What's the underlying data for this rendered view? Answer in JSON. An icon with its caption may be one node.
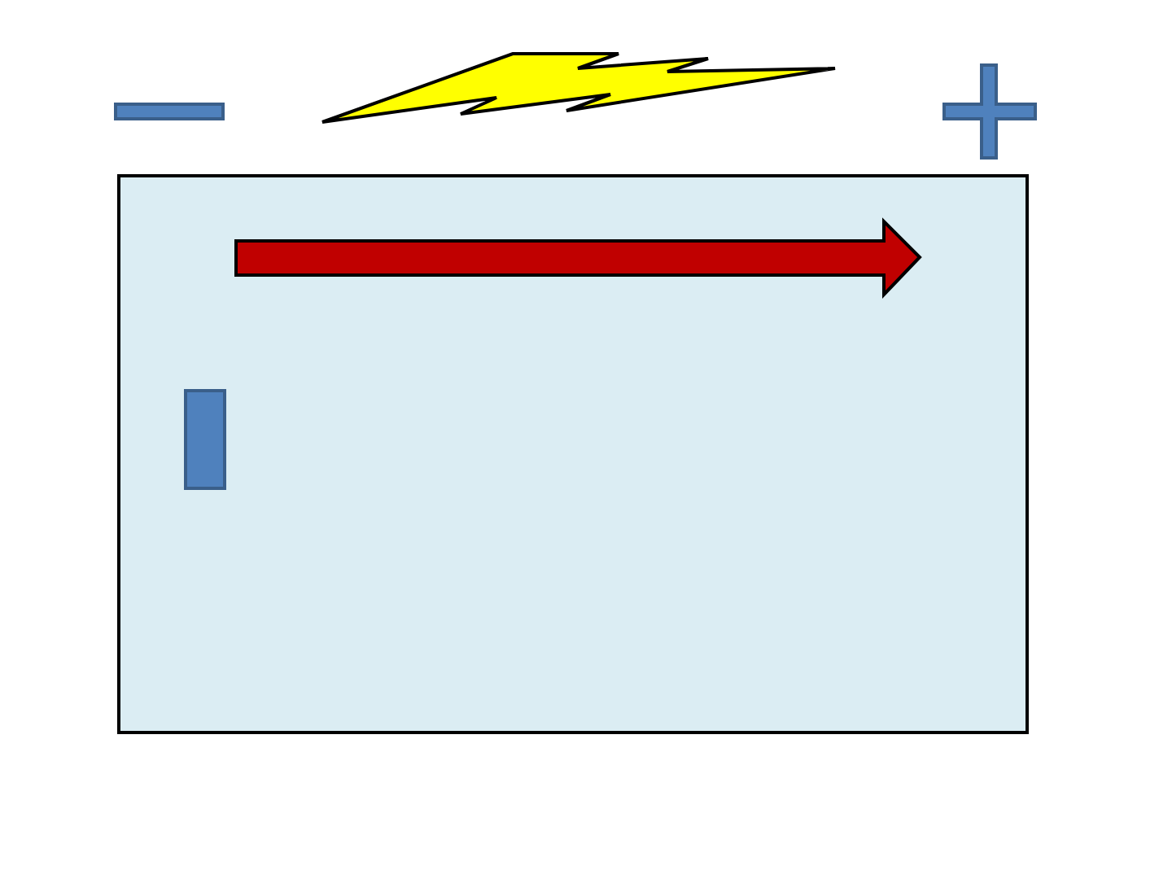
{
  "diagram": {
    "nodes": [
      {
        "text": [],
        "shape": "box"
      },
      {
        "text": [],
        "shape": "bar",
        "in": 0
      }
    ]
  }
}
